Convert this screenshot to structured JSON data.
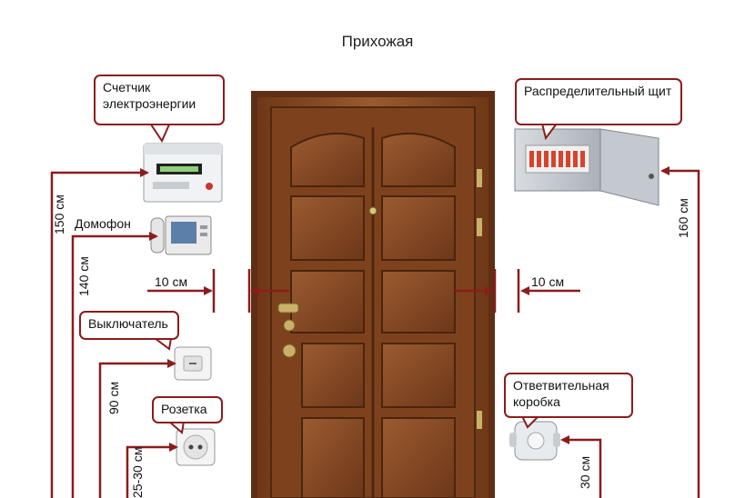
{
  "title": "Прихожая",
  "labels": {
    "meter": "Счетчик электроэнергии",
    "panel": "Распределительный щит",
    "intercom": "Домофон",
    "switch": "Выключатель",
    "socket": "Розетка",
    "junction": "Ответвительная коробка"
  },
  "dimensions": {
    "meter_height": "150 см",
    "intercom_height": "140 см",
    "switch_height": "90 см",
    "socket_height": "25-30 см",
    "panel_height": "160 см",
    "junction_height": "30 см",
    "left_offset": "10 см",
    "right_offset": "10 см"
  },
  "colors": {
    "accent": "#8b1c1c",
    "door": "#8a4a22",
    "door_dark": "#5e2f14"
  }
}
